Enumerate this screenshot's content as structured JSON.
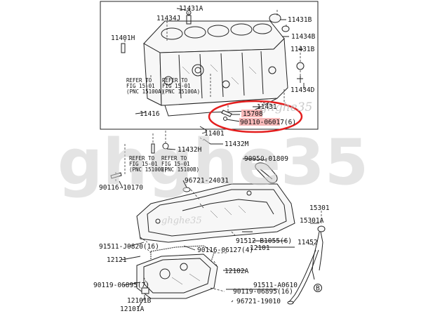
{
  "watermark": {
    "big": "ghghe35",
    "small": "ghghe35"
  },
  "labels": {
    "p11431a": "11431A",
    "p11434j": "11434J",
    "p11431b": "11431B",
    "p11434b": "11434B",
    "p11431b_2": "11431B",
    "p11401h": "11401H",
    "p11434d": "11434D",
    "p11431": "11431",
    "p11416": "11416",
    "p15708": "15708",
    "p90110": "90110-06017(6)",
    "p11401": "11401",
    "p11432h": "11432H",
    "p11432m": "11432M",
    "p90950": "90950-01809",
    "p96721_24031": "96721-24031",
    "p90116_10170": "90116-10170",
    "p15301": "15301",
    "p15301a": "15301A",
    "p91511_j0820": "91511-J0820(16)",
    "p91512": "91512-B1055(6)",
    "p90116_06127": "90116-06127(4)",
    "p12101": "12101",
    "p11452": "11452",
    "p12121": "12121",
    "p12102a": "12102A",
    "p90119_06895_7": "90119-06895(7)",
    "p91511_a0610": "91511-A0610",
    "p90119_06895_16": "90119-06895(16)",
    "p12101b": "12101B",
    "p96721_19010": "96721-19010",
    "p12101a": "12101A"
  },
  "refer": {
    "r1_l1": "REFER TO",
    "r1_l2": "FIG 15-01",
    "r1_l3": "(PNC 15100A)",
    "r2_l1": "REFER TO",
    "r2_l2": "FIG 15-01",
    "r2_l3": "(PNC 15100A)",
    "r3_l1": "REFER TO",
    "r3_l2": "FIG 15-01",
    "r3_l3": "(PNC 15100B)",
    "r4_l1": "REFER TO",
    "r4_l2": "FIG 15-01",
    "r4_l3": "(PNC 15100B)"
  },
  "marker": "B",
  "colors": {
    "highlight_fill": "#f6b8b8",
    "highlight_ring": "#e41e1e",
    "line": "#222222"
  }
}
